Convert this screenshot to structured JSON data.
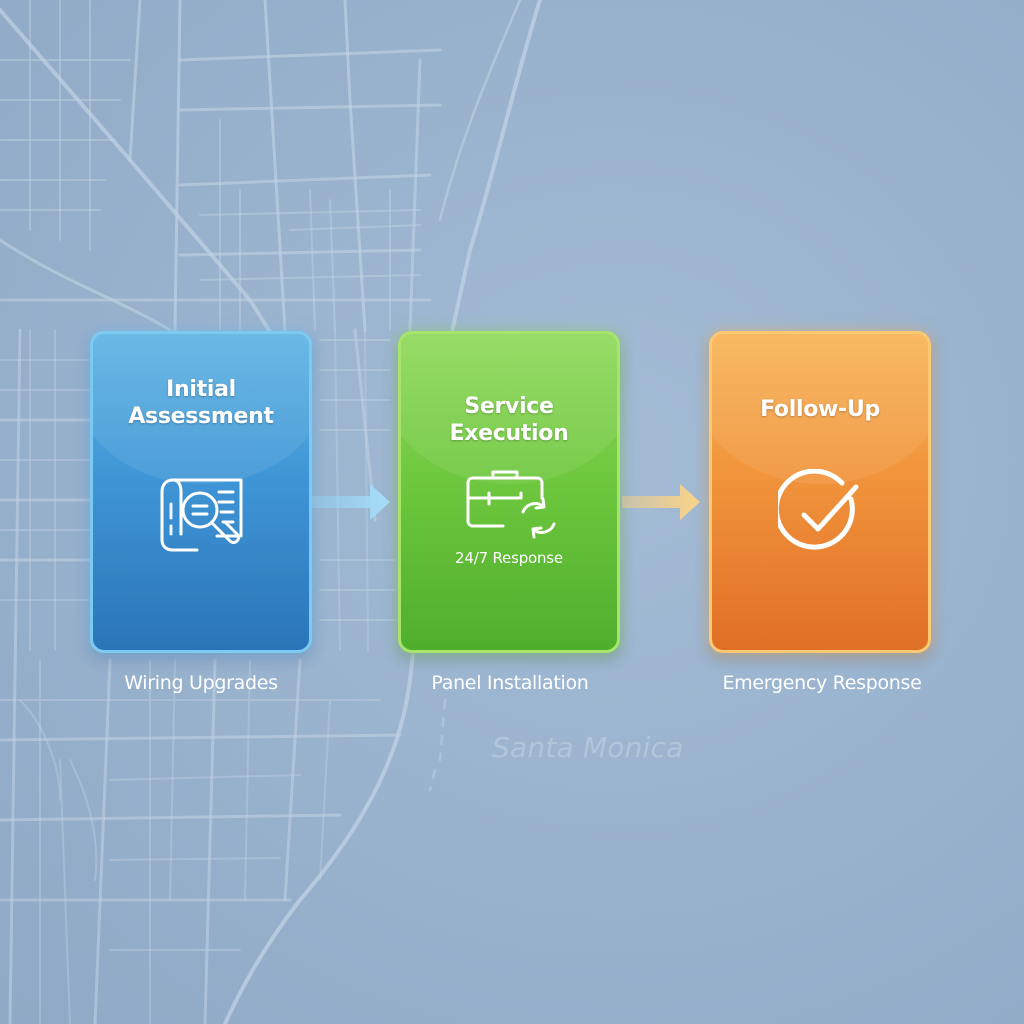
{
  "map": {
    "place_label": "Santa Monica"
  },
  "steps": [
    {
      "title_line1": "Initial",
      "title_line2": "Assessment",
      "icon": "document-magnifier-icon",
      "caption": "Wiring Upgrades",
      "color": "#3f96d6"
    },
    {
      "title": "Service Execution",
      "icon": "toolbox-refresh-icon",
      "subtitle": "24/7 Response",
      "caption": "Panel Installation",
      "color": "#6fc83f"
    },
    {
      "title": "Follow-Up",
      "icon": "check-circle-icon",
      "caption": "Emergency Response",
      "color": "#f1943c"
    }
  ],
  "connectors": [
    {
      "icon": "arrow-right-icon",
      "color": "#8ed4f7"
    },
    {
      "icon": "arrow-right-icon",
      "color": "#f8cf80"
    }
  ]
}
